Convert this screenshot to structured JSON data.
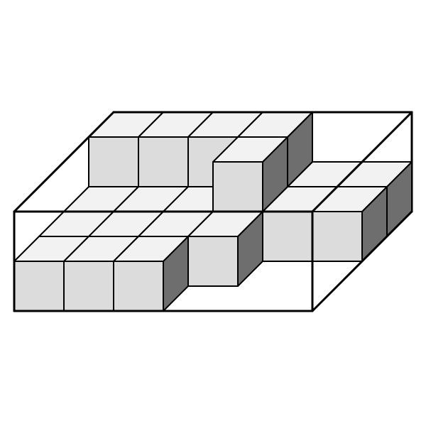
{
  "figure": {
    "type": "isometric-cube-arrangement",
    "colors": {
      "background": "#ffffff",
      "cube_front": "#dcdcdc",
      "cube_top": "#f2f2f2",
      "cube_side": "#6e6e6e",
      "edge": "#000000"
    },
    "box": {
      "width": 6,
      "depth": 4,
      "height": 2
    },
    "cubes": [
      [
        0,
        0,
        0
      ],
      [
        1,
        0,
        0
      ],
      [
        2,
        0,
        0
      ],
      [
        0,
        1,
        0
      ],
      [
        1,
        1,
        0
      ],
      [
        2,
        1,
        0
      ],
      [
        0,
        2,
        0
      ],
      [
        1,
        2,
        0
      ],
      [
        2,
        2,
        0
      ],
      [
        3,
        2,
        0
      ],
      [
        4,
        2,
        0
      ],
      [
        5,
        2,
        0
      ],
      [
        0,
        3,
        0
      ],
      [
        1,
        3,
        0
      ],
      [
        2,
        3,
        0
      ],
      [
        3,
        3,
        0
      ],
      [
        4,
        3,
        0
      ],
      [
        5,
        3,
        0
      ],
      [
        1,
        3,
        1
      ],
      [
        2,
        3,
        1
      ],
      [
        3,
        3,
        1
      ],
      [
        3,
        2,
        1
      ],
      [
        3,
        1,
        0
      ],
      [
        0,
        3,
        1
      ]
    ]
  }
}
